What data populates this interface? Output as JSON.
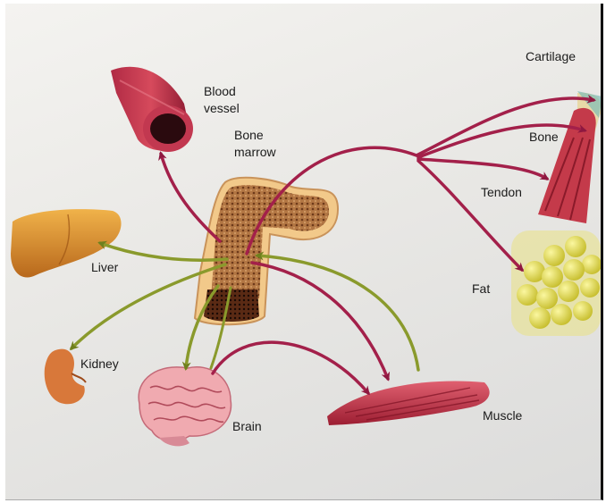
{
  "labels": {
    "blood_vessel_line1": "Blood",
    "blood_vessel_line2": "vessel",
    "bone_marrow_line1": "Bone",
    "bone_marrow_line2": "marrow",
    "cartilage": "Cartilage",
    "bone": "Bone",
    "tendon": "Tendon",
    "fat": "Fat",
    "liver": "Liver",
    "kidney": "Kidney",
    "brain": "Brain",
    "muscle": "Muscle"
  },
  "colors": {
    "red_arrow": "#a3204a",
    "green_arrow": "#8a9a2c",
    "marrow": "#b06a3a",
    "muscle": "#c43a4a",
    "fat": "#d9d44a",
    "liver": "#e39a2a"
  }
}
